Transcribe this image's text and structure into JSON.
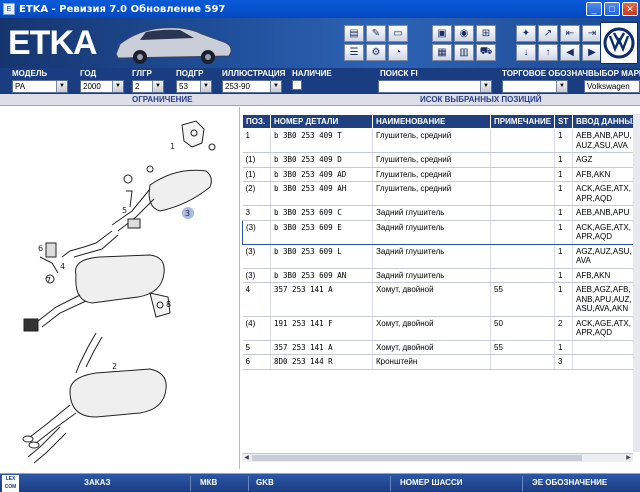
{
  "window": {
    "title": "ETKA - Ревизия 7.0 Обновление 597",
    "icon": "E",
    "min": "_",
    "max": "□",
    "close": "✕"
  },
  "banner": {
    "logo": "ETKA",
    "brand_badge": "VW"
  },
  "filters": {
    "model_label": "МОДЕЛЬ",
    "model_value": "PA",
    "year_label": "ГОД",
    "year_value": "2000",
    "main_group_label": "ГЛГР",
    "main_group_value": "2",
    "subgroup_label": "ПОДГР",
    "subgroup_value": "53",
    "illustration_label": "ИЛЛЮСТРАЦИЯ",
    "illustration_value": "253-90",
    "availability_label": "НАЛИЧИЕ",
    "search_label": "ПОИСК FI",
    "search_value": "",
    "trade_label": "ТОРГОВОЕ ОБОЗНАЧ",
    "brand_select_label": "ВЫБОР МАРКИ",
    "brand_select_value": "Volkswagen"
  },
  "subheader": {
    "left": "ОГРАНИЧЕНИЕ",
    "right": "ИСОК ВЫБРАННЫХ ПОЗИЦИЙ"
  },
  "table": {
    "headers": [
      "ПОЗ.",
      "НОМЕР ДЕТАЛИ",
      "НАИМЕНОВАНИЕ",
      "ПРИМЕЧАНИЕ",
      "ST",
      "ВВОД ДАННЫХ"
    ],
    "rows": [
      {
        "pos": "1",
        "pn": "b 3B0 253 409 T",
        "name": "Глушитель, средний",
        "note": "",
        "st": "1",
        "data": "AEB,ANB,APU, AUZ,ASU,AVA"
      },
      {
        "pos": "(1)",
        "pn": "b 3B0 253 409 D",
        "name": "Глушитель, средний",
        "note": "",
        "st": "1",
        "data": "AGZ"
      },
      {
        "pos": "(1)",
        "pn": "b 3B0 253 409 AD",
        "name": "Глушитель, средний",
        "note": "",
        "st": "1",
        "data": "AFB,AKN"
      },
      {
        "pos": "(2)",
        "pn": "b 3B0 253 409 AH",
        "name": "Глушитель, средний",
        "note": "",
        "st": "1",
        "data": "ACK,AGE,ATX, APR,AQD"
      },
      {
        "pos": "3",
        "pn": "b 3B0 253 609 C",
        "name": "Задний глушитель",
        "note": "",
        "st": "1",
        "data": "AEB,ANB,APU"
      },
      {
        "pos": "(3)",
        "pn": "b 3B0 253 609 E",
        "name": "Задний глушитель",
        "note": "",
        "st": "1",
        "data": "ACK,AGE,ATX, APR,AQD"
      },
      {
        "pos": "(3)",
        "pn": "b 3B0 253 609 L",
        "name": "Задний глушитель",
        "note": "",
        "st": "1",
        "data": "AGZ,AUZ,ASU, AVA"
      },
      {
        "pos": "(3)",
        "pn": "b 3B0 253 609 AN",
        "name": "Задний глушитель",
        "note": "",
        "st": "1",
        "data": "AFB,AKN"
      },
      {
        "pos": "4",
        "pn": "357 253 141 A",
        "name": "Хомут, двойной",
        "note": "55",
        "st": "1",
        "data": "AEB,AGZ,AFB, ANB,APU,AUZ, ASU,AVA,AKN"
      },
      {
        "pos": "(4)",
        "pn": "191 253 141 F",
        "name": "Хомут, двойной",
        "note": "50",
        "st": "2",
        "data": "ACK,AGE,ATX, APR,AQD"
      },
      {
        "pos": "5",
        "pn": "357 253 141 A",
        "name": "Хомут, двойной",
        "note": "55",
        "st": "1",
        "data": ""
      },
      {
        "pos": "6",
        "pn": "8D0 253 144 R",
        "name": "Кронштейн",
        "note": "",
        "st": "3",
        "data": ""
      }
    ]
  },
  "diagram": {
    "callouts": [
      "1",
      "2",
      "3",
      "4",
      "5",
      "6",
      "7",
      "8"
    ]
  },
  "bottombar": {
    "logo": "LEX COM",
    "order": "ЗАКАЗ",
    "mkb": "МКВ",
    "gkb": "GKB",
    "chassis": "НОМЕР ШАССИ",
    "designation": "ЭЕ ОБОЗНАЧЕНИЕ"
  }
}
